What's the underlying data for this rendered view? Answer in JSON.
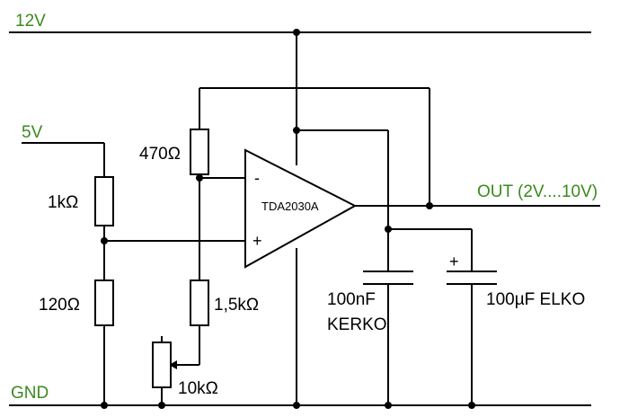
{
  "colors": {
    "net_label": "#3a8a1e",
    "wire": "#000000"
  },
  "nets": {
    "v12": "12V",
    "v5": "5V",
    "gnd": "GND",
    "out": "OUT (2V....10V)"
  },
  "components": {
    "r1": "1kΩ",
    "r2": "120Ω",
    "r3": "470Ω",
    "r4": "1,5kΩ",
    "pot": "10kΩ",
    "opamp": "TDA2030A",
    "opamp_minus": "-",
    "opamp_plus": "+",
    "c1_line1": "100nF",
    "c1_line2": "KERKO",
    "c2": "100µF ELKO",
    "c2_polarity": "+"
  }
}
